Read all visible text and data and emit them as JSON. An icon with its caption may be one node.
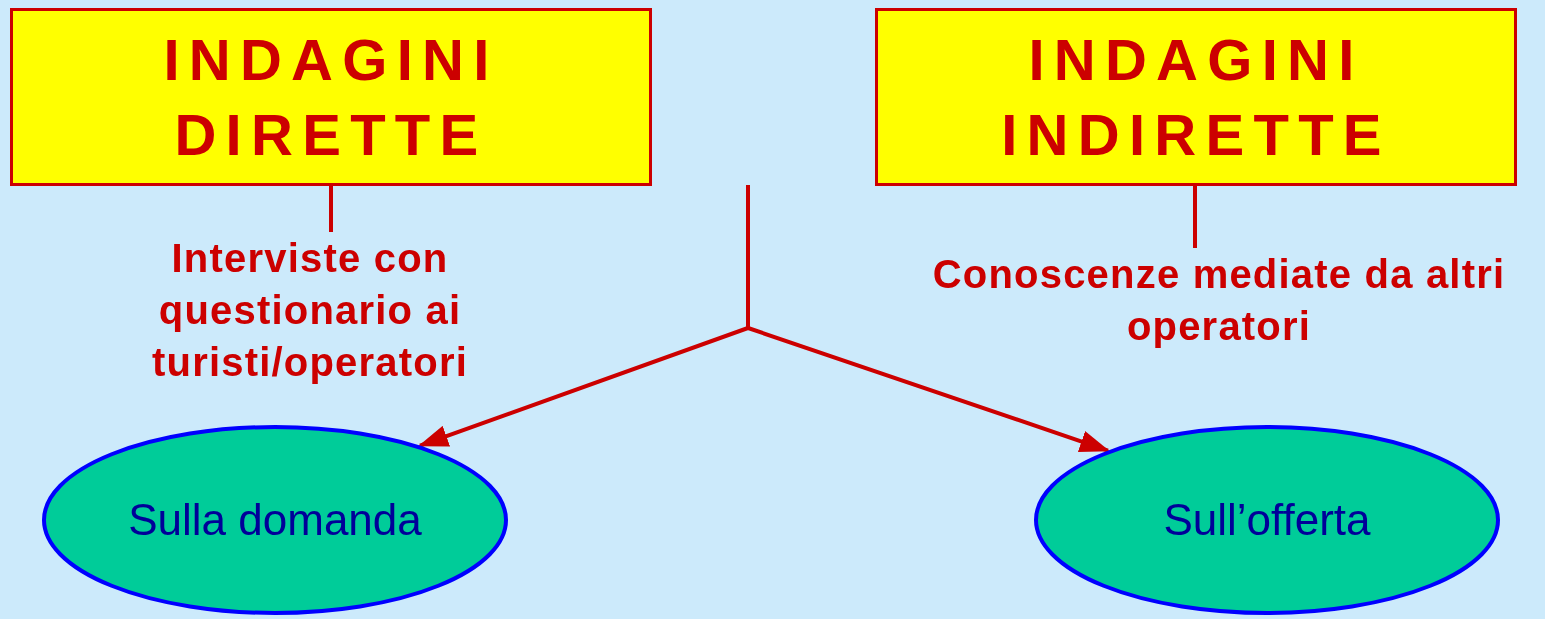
{
  "diagram": {
    "nodes": [
      {
        "text": [
          "INDAGINI DIRETTE"
        ]
      },
      {
        "text": [
          "Interviste con questionario ai turisti/operatori"
        ]
      },
      {
        "text": [
          "INDAGINI INDIRETTE"
        ]
      },
      {
        "text": [
          "Conoscenze mediate da altri operatori"
        ]
      },
      {
        "text": [
          "Sulla domanda"
        ]
      },
      {
        "text": [
          "Sull’offerta"
        ]
      }
    ],
    "edges": [
      {
        "from": 0,
        "to": 1,
        "arrow": "none"
      },
      {
        "from": 2,
        "to": 3,
        "arrow": "none"
      },
      {
        "from": null,
        "to": 4,
        "arrow": "to"
      },
      {
        "from": null,
        "to": 5,
        "arrow": "to"
      }
    ]
  }
}
